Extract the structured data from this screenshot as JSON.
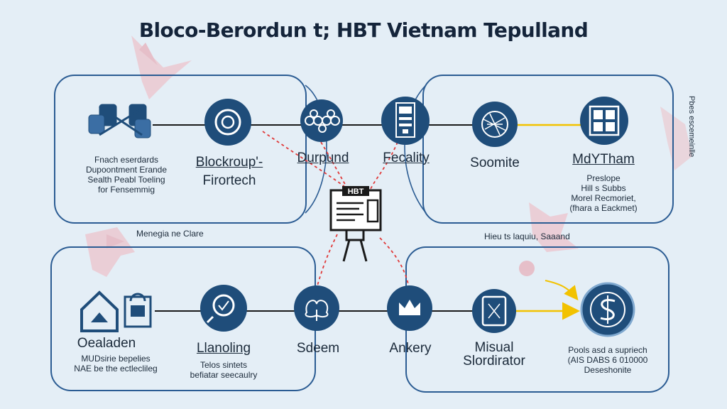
{
  "title": "Bloco-Berordun t; HBT Vietnam Tepulland",
  "colors": {
    "background": "#e4eef6",
    "node_fill": "#1f4d7a",
    "panel_stroke": "#2b5c93",
    "connector": "#1a1a1a",
    "dashed_connector": "#e03a3a",
    "highlight_connector": "#f2c200"
  },
  "top_row": {
    "node1": {
      "icon": "blockchain-nodes-icon",
      "sub": [
        "Fnach eserdards",
        "Dupoontment Erande",
        "Sealth Peabl Toeling",
        "for Fensemmig"
      ]
    },
    "node2": {
      "icon": "target-icon",
      "label_line1": "Blockroup'-",
      "label_line2": "Firortech"
    },
    "node3": {
      "icon": "network-icon",
      "label": "Durpund"
    },
    "node4": {
      "icon": "server-icon",
      "label": "Fecality"
    },
    "node5": {
      "icon": "globe-icon",
      "label": "Soomite"
    },
    "node6": {
      "icon": "dashboard-icon",
      "label": "MdYTham",
      "sub": [
        "Preslope",
        "Hill s Subbs",
        "Morel Recmoriet,",
        "(fhara a Eackmet)"
      ]
    }
  },
  "bottom_row": {
    "node1": {
      "icon": "house-lock-icon",
      "label": "Oealaden",
      "sub": [
        "MUDsirie bepelies",
        "NAE be the ectleclileg"
      ]
    },
    "node2": {
      "icon": "security-search-icon",
      "label": "Llanoling",
      "sub": [
        "Telos sintets",
        "befiatar seecaulry"
      ]
    },
    "node3": {
      "icon": "tree-icon",
      "label": "Sdeem"
    },
    "node4": {
      "icon": "crown-icon",
      "label": "Ankery"
    },
    "node5": {
      "icon": "tablet-icon",
      "label_line1": "Misual",
      "label_line2": "Slordirator"
    },
    "node6": {
      "icon": "dollar-icon",
      "sub": [
        "Pools asd a supriech",
        "(AIS DABS 6 010000",
        "Deseshonite"
      ]
    }
  },
  "center": {
    "icon": "document-board-icon",
    "label": "HBT"
  },
  "notes": {
    "left_middle": "Menegia ne Clare",
    "right_middle": "Hieu ts laquiu, Saaand"
  },
  "side_vertical_text": "Pbes escemeinlle",
  "decor": {
    "crane_icon": "origami-crane-icon"
  }
}
